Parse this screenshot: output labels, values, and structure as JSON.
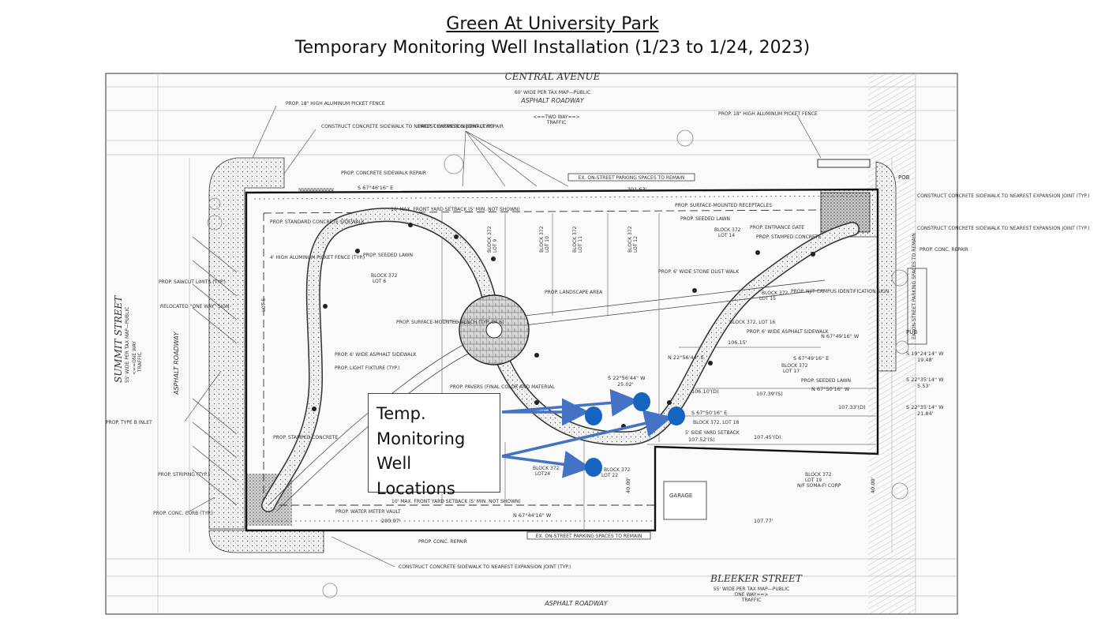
{
  "title": "Green At University Park",
  "subtitle": "Temporary Monitoring Well Installation (1/23 to 1/24, 2023)",
  "callout": {
    "lines": [
      "Temp.",
      "Monitoring",
      "Well",
      "Locations"
    ]
  },
  "colors": {
    "well_marker": "#1565C0",
    "arrow": "#4472C4",
    "line": "#222222"
  },
  "streets": {
    "central": {
      "name": "CENTRAL AVENUE",
      "sub": "60' WIDE PER TAX MAP—PUBLIC",
      "roadway": "ASPHALT ROADWAY",
      "traffic1": "<==TWO WAY==>",
      "traffic2": "TRAFFIC"
    },
    "summit": {
      "name": "SUMMIT STREET",
      "sub": "55' WIDE PER TAX MAP—PUBLIC",
      "traffic": "<==ONE WAY",
      "traffic2": "TRAFFIC",
      "roadway": "ASPHALT ROADWAY"
    },
    "bleeker": {
      "name": "BLEEKER STREET",
      "sub": "55' WIDE PER TAX MAP—PUBLIC",
      "traffic": "ONE WAY==>",
      "traffic2": "TRAFFIC",
      "roadway": "ASPHALT ROADWAY"
    }
  },
  "lots": {
    "block_372": "BLOCK 372",
    "lot_6": "LOT 6",
    "lot_9": "LOT 9",
    "lot_10": "LOT 10",
    "lot_11": "LOT 11",
    "lot_12": "LOT 12",
    "lot_14": "LOT 14",
    "lot_15": "LOT 15",
    "lot_16": "BLOCK 372,   LOT 16",
    "lot_17": "LOT 17",
    "lot_18": "BLOCK 372,   LOT 18",
    "lot_19": "LOT 19",
    "lot_19_owner": "N/F SOMA-FI CORP",
    "lot_22": "LOT 22",
    "lot_24": "LOT24",
    "lot_5": "LOT 5"
  },
  "notes": [
    "PROP. 18\" HIGH ALUMINUM PICKET FENCE",
    "CONSTRUCT CONCRETE SIDEWALK TO NEAREST EXPANSION JOINT (TYP.)",
    "PROP. CONCRETE SIDEWALK REPAIR",
    "EX. ON-STREET PARKING SPACES TO REMAIN",
    "PROP. SURFACE-MOUNTED RECEPTACLES",
    "10' MAX. FRONT YARD SETBACK (5' MIN. NOT SHOWN)",
    "PROP. STANDARD CONCRETE SIDEWALK",
    "4' HIGH ALUMINUM PICKET FENCE (TYP.)",
    "PROP. SEEDED LAWN",
    "PROP. LANDSCAPE AREA",
    "PROP. SURFACE-MOUNTED BENCH (TYP. OF 6)",
    "PROP. 6' WIDE ASPHALT SIDEWALK",
    "PROP. LIGHT FIXTURE (TYP.)",
    "PROP. PAVERS (FINAL COLOR AND MATERIAL",
    "PROP. 6' WIDE STONE DUST WALK",
    "PROP. ENTRANCE GATE",
    "PROP. STAMPED CONCRETE",
    "PROP. NJIT CAMPUS IDENTIFICATION SIGN",
    "PROP. SAWCUT LIMITS (TYP.)",
    "RELOCATED \"ONE WAY\" SIGN",
    "PROP. TYPE B INLET",
    "PROP. STRIPING (TYP.)",
    "PROP. CONC. CURB (TYP.)",
    "PROP. WATER METER VAULT",
    "PROP. CONC. REPAIR",
    "5' SIDE YARD SETBACK",
    "PROP. SEEDED LAWN",
    "GARAGE"
  ],
  "bearings": [
    "S 67°46'16\" E",
    "301.63'",
    "N 67°44'16\" W",
    "200.07'",
    "107.77'",
    "S 22°56'44\" W",
    "25.02'",
    "N 22°56'44\" E",
    "106.15'",
    "106.10'(D)",
    "107.39'(S)",
    "107.33'(D)",
    "107.52'(S)",
    "107.45'(D)",
    "S 67°50'16\" E",
    "N 67°50'16\" W",
    "S 67°49'16\" E",
    "N 67°49'16\" W",
    "S 19°24'14\" W",
    "19.48'",
    "S 22°35'14\" W",
    "5.53'",
    "21.84'",
    "40.00'",
    "POB",
    "PUB"
  ],
  "wells": [
    {
      "id": "well-1"
    },
    {
      "id": "well-2"
    },
    {
      "id": "well-3"
    },
    {
      "id": "well-4"
    }
  ]
}
